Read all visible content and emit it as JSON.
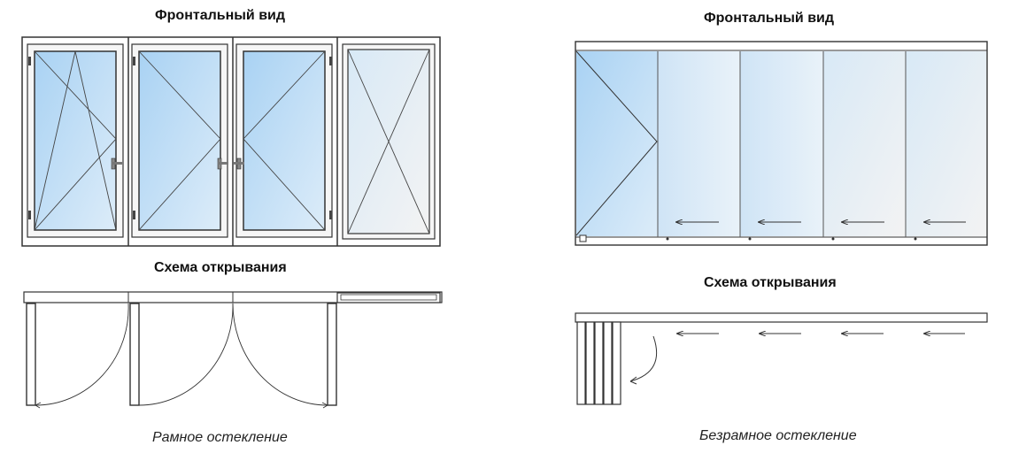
{
  "framed": {
    "front_title": "Фронтальный вид",
    "scheme_title": "Схема открывания",
    "caption": "Рамное остекление"
  },
  "frameless": {
    "front_title": "Фронтальный вид",
    "scheme_title": "Схема открывания",
    "caption": "Безрамное остекление"
  },
  "colors": {
    "glass_blue": "#bcdcf5",
    "glass_light": "#e6f1f8",
    "frame": "#333333"
  }
}
